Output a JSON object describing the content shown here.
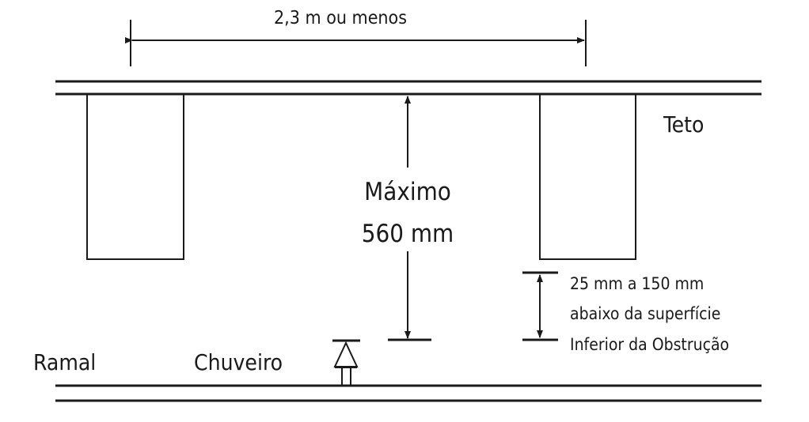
{
  "labels": {
    "span": "2,3 m ou menos",
    "ceiling": "Teto",
    "max_line1": "Máximo",
    "max_line2": "560 mm",
    "branch": "Ramal",
    "sprinkler": "Chuveiro",
    "offset_line1": "25 mm a 150 mm",
    "offset_line2": "abaixo da superfície",
    "offset_line3": "Inferior da Obstrução"
  },
  "colors": {
    "stroke": "#1a1a1a",
    "background": "#ffffff"
  }
}
